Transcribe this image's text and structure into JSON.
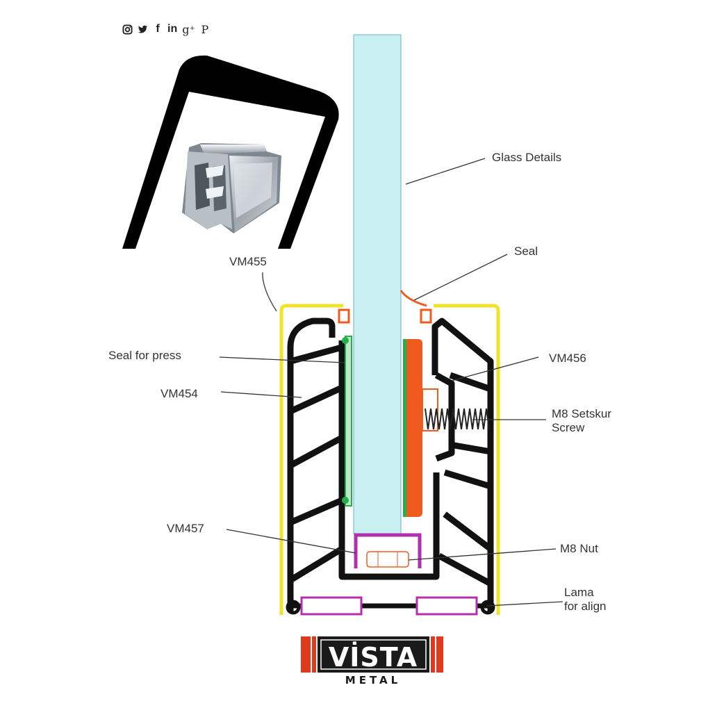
{
  "social": {
    "icons": [
      "instagram-icon",
      "twitter-icon",
      "facebook-icon",
      "linkedin-icon",
      "google-plus-icon",
      "pinterest-icon"
    ],
    "facebook_glyph": "f",
    "linkedin_glyph": "in",
    "googleplus_glyph": "g⁺",
    "pinterest_glyph": "P"
  },
  "labels": {
    "glass_details": "Glass Details",
    "seal": "Seal",
    "vm455": "VM455",
    "seal_for_press": "Seal for press",
    "vm456": "VM456",
    "vm454": "VM454",
    "m8_setskur_line1": "M8 Setskur",
    "m8_setskur_line2": "Screw",
    "vm457": "VM457",
    "m8_nut": "M8 Nut",
    "lama_line1": "Lama",
    "lama_line2": "for align"
  },
  "logo": {
    "brand": "VİSTA",
    "sub": "METAL"
  },
  "colors": {
    "glass": "#c8f0f0",
    "glass_edge": "#6ab0d0",
    "profile_outer": "#f2e32a",
    "profile_black": "#111111",
    "seal_green": "#22b14c",
    "seal_orange": "#f05a1e",
    "nut_magenta": "#b030b0",
    "logo_red": "#e03a1e",
    "logo_black": "#1a1a1a"
  }
}
